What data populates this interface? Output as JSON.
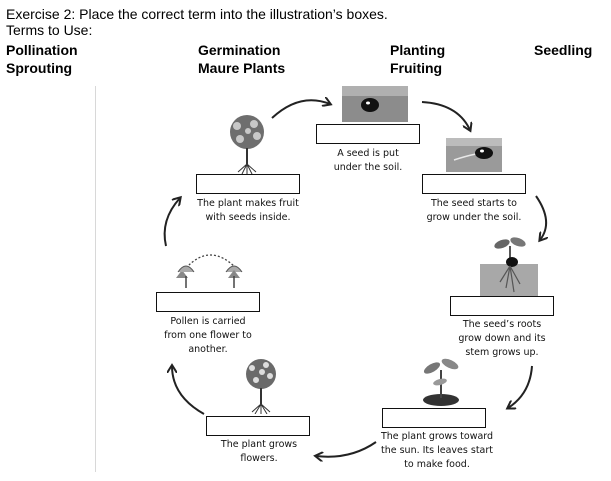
{
  "header": {
    "line1": "Exercise 2: Place the correct term into the illustration’s boxes.",
    "line2": "Terms to Use:"
  },
  "terms": [
    "Pollination",
    "Sprouting",
    "Germination",
    "Maure Plants",
    "Planting",
    "Fruiting",
    "Seedling"
  ],
  "steps": [
    {
      "lines": [
        "A seed is put",
        "under the soil."
      ]
    },
    {
      "lines": [
        "The seed starts to",
        "grow under the soil."
      ]
    },
    {
      "lines": [
        "The seed’s roots",
        "grow down and its",
        "stem grows up."
      ]
    },
    {
      "lines": [
        "The plant grows toward",
        "the sun. Its leaves start",
        "to make food."
      ]
    },
    {
      "lines": [
        "The plant grows",
        "flowers."
      ]
    },
    {
      "lines": [
        "Pollen is carried",
        "from one flower to",
        "another."
      ]
    },
    {
      "lines": [
        "The plant makes fruit",
        "with seeds inside."
      ]
    }
  ],
  "icons": [
    "seed-in-soil-photo",
    "seed-sprouting-photo",
    "seedling-roots-photo",
    "young-plant-photo",
    "flowering-plant-photo",
    "pollination-flowers-photo",
    "fruiting-tree-photo"
  ]
}
